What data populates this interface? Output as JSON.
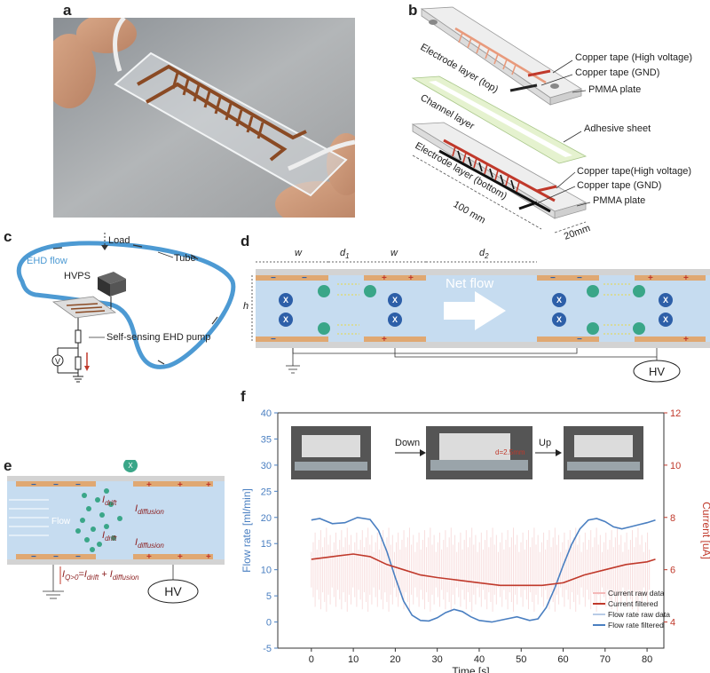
{
  "panels": {
    "a": "a",
    "b": "b",
    "c": "c",
    "d": "d",
    "e": "e",
    "f": "f"
  },
  "panel_b": {
    "electrode_top": "Electrode layer (top)",
    "copper_hv": "Copper tape (High voltage)",
    "copper_gnd": "Copper tape (GND)",
    "pmma_top": "PMMA plate",
    "channel_layer": "Channel layer",
    "adhesive": "Adhesive sheet",
    "electrode_bottom": "Electrode layer (bottom)",
    "copper_hv2": "Copper tape(High voltage)",
    "copper_gnd2": "Copper tape (GND)",
    "pmma_bottom": "PMMA plate",
    "dim_length": "100 mm",
    "dim_width": "20mm"
  },
  "panel_c": {
    "load": "Load",
    "ehd_flow": "EHD flow",
    "tube": "Tube",
    "hvps": "HVPS",
    "v_symbol": "V",
    "pump": "Self-sensing EHD pump"
  },
  "panel_d": {
    "w1": "w",
    "d1": "d",
    "d1_sub": "1",
    "w2": "w",
    "d2": "d",
    "d2_sub": "2",
    "h": "h",
    "net_flow": "Net flow",
    "hv": "HV",
    "x": "X",
    "x_plus": "X",
    "plus": "+",
    "minus": "−"
  },
  "panel_e": {
    "flow": "Flow",
    "i_drift_1": "I",
    "i_drift_1_sub": "drift",
    "i_diff_1": "I",
    "i_diff_1_sub": "diffusion",
    "i_drift_2": "I",
    "i_drift_2_sub": "drift",
    "i_diff_2": "I",
    "i_diff_2_sub": "diffusion",
    "equation_lhs": "I",
    "equation_lhs_sub": "Q>0",
    "equation_rhs": "=I",
    "equation_rhs_sub1": "drift",
    "equation_plus": " + I",
    "equation_rhs_sub2": "diffusion",
    "hv": "HV",
    "ion": "X"
  },
  "panel_f": {
    "down": "Down",
    "up": "Up",
    "dim_label": "d=2.5mm"
  },
  "chart_data": {
    "type": "line",
    "xlabel": "Time [s]",
    "ylabel_left": "Flow rate [ml/min]",
    "ylabel_right": "Current [uA]",
    "xlim": [
      -8,
      84
    ],
    "ylim_left": [
      -5,
      40
    ],
    "ylim_right": [
      3,
      12
    ],
    "x_ticks": [
      0,
      10,
      20,
      30,
      40,
      50,
      60,
      70,
      80
    ],
    "y_ticks_left": [
      -5,
      0,
      5,
      10,
      15,
      20,
      25,
      30,
      35,
      40
    ],
    "y_ticks_right": [
      4,
      6,
      8,
      10,
      12
    ],
    "legend": [
      {
        "name": "Current raw data",
        "color": "#f4b9b9"
      },
      {
        "name": "Current filtered",
        "color": "#c0392b"
      },
      {
        "name": "Flow rate raw data",
        "color": "#b8cbe6"
      },
      {
        "name": "Flow rate filtered",
        "color": "#4a7fc1"
      }
    ],
    "series": [
      {
        "name": "Flow rate filtered",
        "axis": "left",
        "color": "#4a7fc1",
        "x": [
          0,
          2,
          5,
          8,
          11,
          14,
          16,
          18,
          20,
          22,
          24,
          26,
          28,
          30,
          32,
          34,
          36,
          38,
          40,
          43,
          46,
          49,
          52,
          54,
          56,
          58,
          60,
          62,
          64,
          66,
          68,
          70,
          72,
          74,
          76,
          78,
          80,
          82
        ],
        "y": [
          19.5,
          19.8,
          18.8,
          19.0,
          20.0,
          19.6,
          17.5,
          13.5,
          8.5,
          4.0,
          1.3,
          0.3,
          0.2,
          0.8,
          1.8,
          2.4,
          2.0,
          1.0,
          0.3,
          0.0,
          0.5,
          1.0,
          0.3,
          0.6,
          2.8,
          6.5,
          10.8,
          14.8,
          17.8,
          19.5,
          19.8,
          19.2,
          18.2,
          17.8,
          18.2,
          18.6,
          19.0,
          19.5
        ]
      },
      {
        "name": "Current filtered",
        "axis": "right",
        "color": "#c0392b",
        "x": [
          0,
          5,
          10,
          14,
          18,
          22,
          26,
          30,
          35,
          40,
          45,
          50,
          55,
          60,
          65,
          70,
          75,
          80,
          82
        ],
        "y": [
          6.4,
          6.5,
          6.6,
          6.5,
          6.2,
          6.0,
          5.8,
          5.7,
          5.6,
          5.5,
          5.4,
          5.4,
          5.4,
          5.5,
          5.8,
          6.0,
          6.2,
          6.3,
          6.4
        ]
      }
    ]
  }
}
